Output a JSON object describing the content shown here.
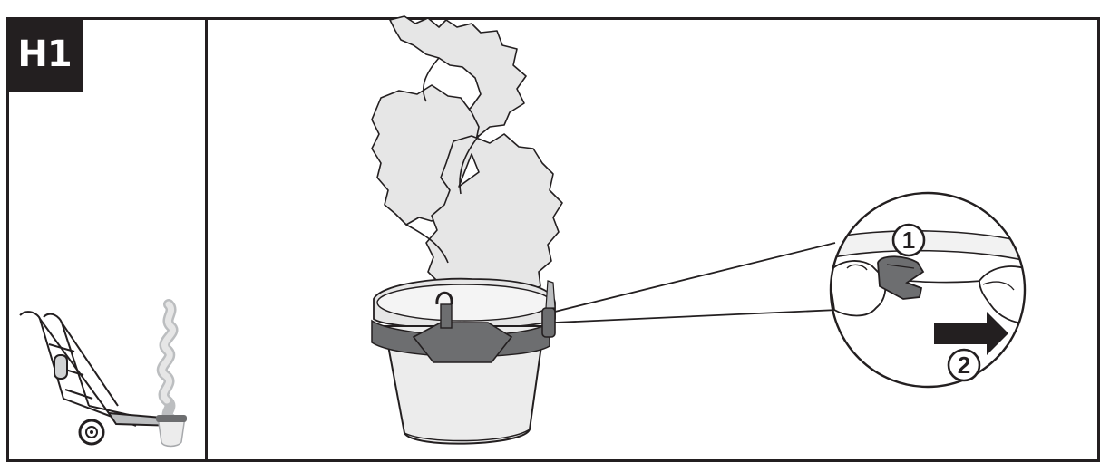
{
  "step": {
    "label": "H1"
  },
  "callouts": {
    "first": "1",
    "second": "2"
  },
  "colors": {
    "ink": "#231f20",
    "foliage": "#e6e6e6",
    "pot": "#ececec",
    "strap": "#6d6e70",
    "arrow": "#231f20"
  },
  "icons": {
    "overview": "hand-truck-with-potted-topiary",
    "detail": "magnified-clip-release",
    "direction": "arrow-right-icon"
  }
}
